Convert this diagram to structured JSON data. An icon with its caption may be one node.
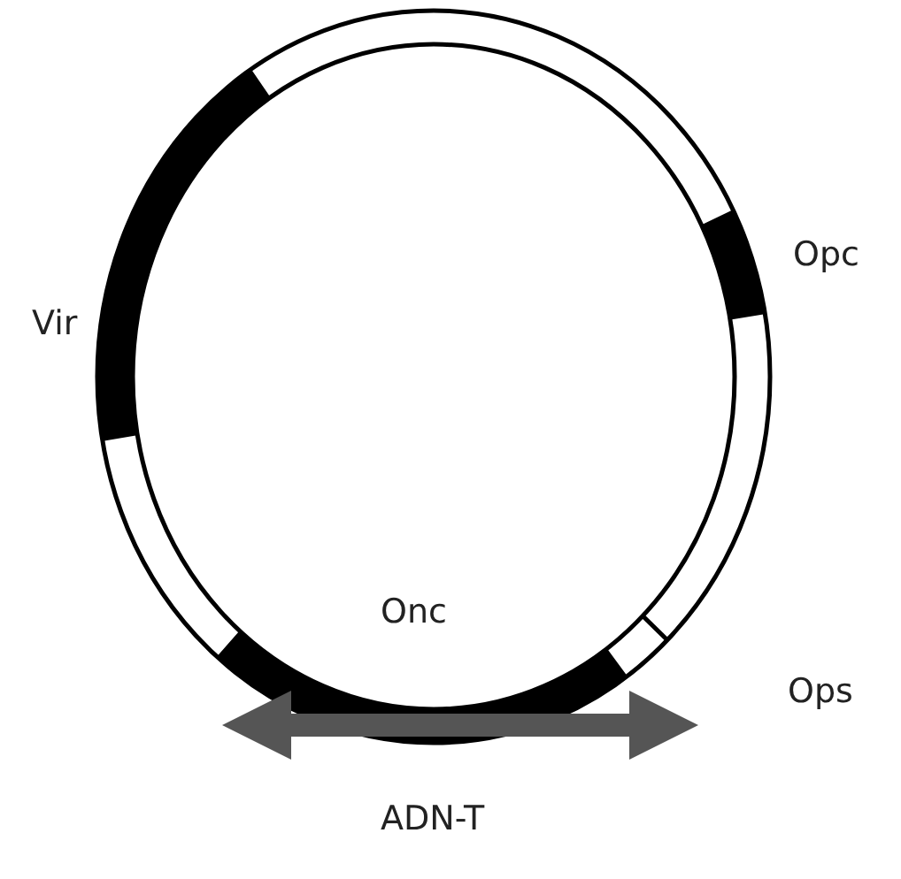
{
  "diagram": {
    "labels": [
      "Vir",
      "Opc",
      "Onc",
      "Ops",
      "ADN-T"
    ]
  }
}
